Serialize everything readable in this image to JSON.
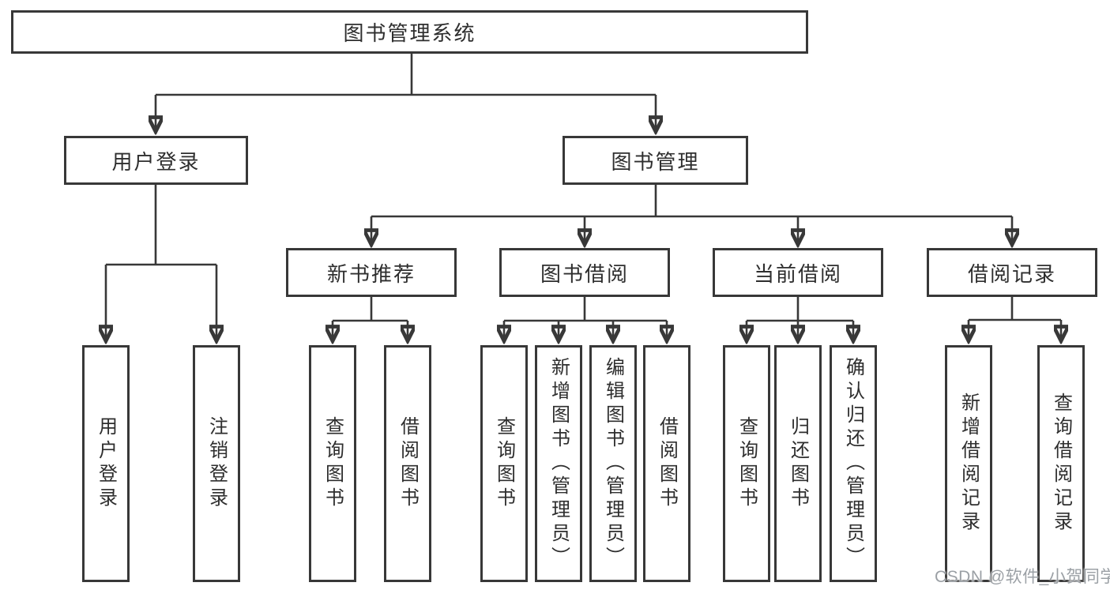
{
  "diagram": {
    "title": "图书管理系统",
    "type": "hierarchy-tree",
    "colors": {
      "line": "#383838",
      "box_border": "#383838",
      "box_fill": "#ffffff",
      "text": "#2e2e2e",
      "watermark_text": "#9ba0a5",
      "background": "#ffffff"
    },
    "nodes": {
      "root": {
        "label": "图书管理系统"
      },
      "user_login": {
        "label": "用户登录"
      },
      "book_mgmt": {
        "label": "图书管理"
      },
      "new_rec": {
        "label": "新书推荐"
      },
      "book_borrow": {
        "label": "图书借阅"
      },
      "cur_borrow": {
        "label": "当前借阅"
      },
      "borrow_rec": {
        "label": "借阅记录"
      },
      "ul_login": {
        "label": "用户登录"
      },
      "ul_logout": {
        "label": "注销登录"
      },
      "rec_query": {
        "label": "查询图书"
      },
      "rec_borrow": {
        "label": "借阅图书"
      },
      "bb_query": {
        "label": "查询图书"
      },
      "bb_add": {
        "label": "新增图书（管理员）"
      },
      "bb_edit": {
        "label": "编辑图书（管理员）"
      },
      "bb_borrow": {
        "label": "借阅图书"
      },
      "cb_query": {
        "label": "查询图书"
      },
      "cb_return": {
        "label": "归还图书"
      },
      "cb_confirm": {
        "label": "确认归还（管理员）"
      },
      "br_add": {
        "label": "新增借阅记录"
      },
      "br_query": {
        "label": "查询借阅记录"
      }
    },
    "tree": {
      "图书管理系统": {
        "用户登录": [
          "用户登录",
          "注销登录"
        ],
        "图书管理": {
          "新书推荐": [
            "查询图书",
            "借阅图书"
          ],
          "图书借阅": [
            "查询图书",
            "新增图书（管理员）",
            "编辑图书（管理员）",
            "借阅图书"
          ],
          "当前借阅": [
            "查询图书",
            "归还图书",
            "确认归还（管理员）"
          ],
          "借阅记录": [
            "新增借阅记录",
            "查询借阅记录"
          ]
        }
      }
    },
    "watermark": "CSDN @软件_小贺同学"
  }
}
